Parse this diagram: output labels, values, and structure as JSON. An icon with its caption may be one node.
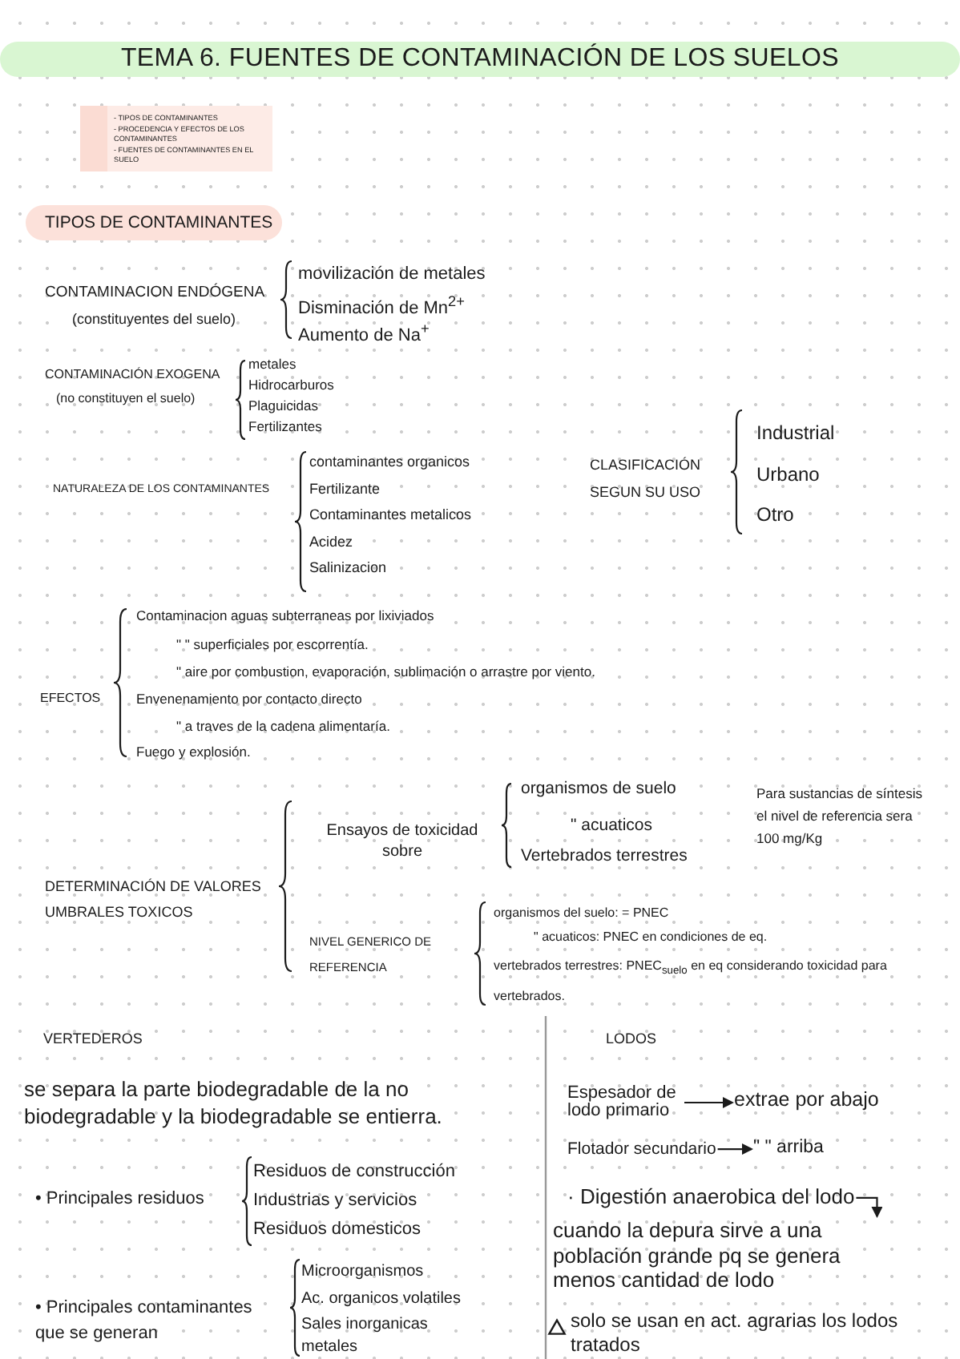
{
  "diagram": {
    "title": "TEMA 6. FUENTES DE CONTAMINACIÓN DE LOS SUELOS",
    "nodes": [
      {
        "text": [
          "- TIPOS DE CONTAMINANTES",
          "- PROCEDENCIA Y EFECTOS DE LOS CONTAMINANTES",
          "- FUENTES DE CONTAMINANTES EN EL SUELO"
        ]
      },
      {
        "text": [
          "TIPOS DE CONTAMINANTES"
        ]
      },
      {
        "text": [
          "Espesador de lodo primario"
        ]
      },
      {
        "text": [
          "extrae por abajo"
        ]
      },
      {
        "text": [
          "Flotador secundario"
        ]
      },
      {
        "text": [
          "\" \" arriba"
        ]
      },
      {
        "text": [
          "· Digestión anaerobica del lodo"
        ]
      },
      {
        "text": [
          "cuando la depura sirve a una población grande pq se genera menos cantidad de lodo"
        ]
      }
    ],
    "edges": [
      {
        "from": 2,
        "to": 3,
        "arrow": "to"
      },
      {
        "from": 4,
        "to": 5,
        "arrow": "to"
      },
      {
        "from": 6,
        "to": 7,
        "arrow": "to"
      }
    ],
    "labels": [
      "CONTAMINACION ENDÓGENA",
      "(constituyentes del suelo)",
      "movilización de metales",
      "Disminación de Mn$^{2+}$",
      "Aumento de Na$^{+}$",
      "CONTAMINACIÓN EXOGENA",
      "(no constituyen el suelo)",
      "metales",
      "Hidrocarburos",
      "Plaguicidas",
      "Fertilizantes",
      "NATURALEZA DE LOS CONTAMINANTES",
      "contaminantes organicos",
      "Fertilizante",
      "Contaminantes metalicos",
      "Acidez",
      "Salinizacion",
      "CLASIFICACIÓN SEGUN SU USO",
      "Industrial",
      "Urbano",
      "Otro",
      "EFECTOS",
      "Contaminacion aguas subterraneas por lixiviados",
      "\" \" superficiales por escorrentía.",
      "\" aire por combustion, evaporación, sublimación o arrastre por viento.",
      "Envenenamiento por contacto directo",
      "\" a traves de la cadena alimentaría.",
      "Fuego y explosión.",
      "DETERMINACIÓN DE VALORES UMBRALES TOXICOS",
      "Ensayos de toxicidad sobre",
      "organismos de suelo",
      "\" acuaticos",
      "Vertebrados terrestres",
      "Para sustancias de síntesis el nivel de referencia sera 100 mg/Kg",
      "NIVEL GENERICO DE REFERENCIA",
      "organismos del suelo: = PNEC",
      "\" acuaticos: PNEC en condiciones de eq.",
      "vertebrados terrestres: PNEC$_{suelo}$ en eq considerando toxicidad para vertebrados.",
      "VERTEDEROS",
      "se separa la parte biodegradable de la no biodegradable y la biodegradable se entierra.",
      "• Principales residuos",
      "Residuos de construcción",
      "Industrias y servicios",
      "Residuos domesticos",
      "• Principales contaminantes que se generan",
      "Microorganismos",
      "Ac. organicos volatiles",
      "Sales inorganicas",
      "metales",
      "LODOS",
      "solo se usan en act. agrarias los lodos tratados"
    ]
  }
}
